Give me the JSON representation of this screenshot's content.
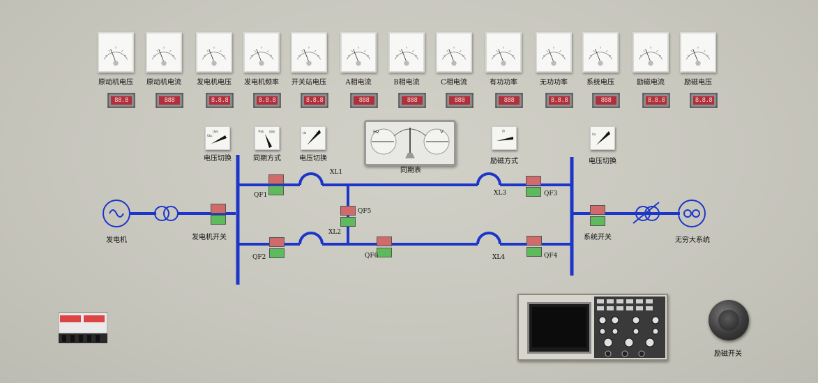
{
  "meters": [
    {
      "label": "原动机电压",
      "display": "88.8"
    },
    {
      "label": "原动机电流",
      "display": "888"
    },
    {
      "label": "发电机电压",
      "display": "8.8.8"
    },
    {
      "label": "发电机频率",
      "display": "8.8.8"
    },
    {
      "label": "开关站电压",
      "display": "8.8.8"
    },
    {
      "label": "A相电流",
      "display": "888"
    },
    {
      "label": "B相电流",
      "display": "888"
    },
    {
      "label": "C相电流",
      "display": "888"
    },
    {
      "label": "有功功率",
      "display": "888"
    },
    {
      "label": "无功功率",
      "display": "8.8.8"
    },
    {
      "label": "系统电压",
      "display": "888"
    },
    {
      "label": "励磁电流",
      "display": "8.8.8"
    },
    {
      "label": "励磁电压",
      "display": "8.8.8"
    }
  ],
  "switches": {
    "voltage_switch_left": "电压切换",
    "sync_mode": "同期方式",
    "voltage_switch_mid": "电压切换",
    "excitation_mode": "励磁方式",
    "voltage_switch_right": "电压切换"
  },
  "synchroscope": {
    "label": "同期表",
    "left_unit": "Hz",
    "right_unit": "V"
  },
  "diagram": {
    "generator": "发电机",
    "generator_switch": "发电机开关",
    "system_switch": "系统开关",
    "infinite_system": "无穷大系统",
    "breakers": {
      "qf1": "QF1",
      "qf2": "QF2",
      "qf3": "QF3",
      "qf4": "QF4",
      "qf5": "QF5",
      "qf6": "QF6"
    },
    "lines": {
      "xl1": "XL1",
      "xl2": "XL2",
      "xl3": "XL3",
      "xl4": "XL4"
    }
  },
  "excitation_switch": "励磁开关",
  "colors": {
    "bus": "#1c36c9",
    "breaker_open": "#d16b6b",
    "breaker_closed": "#5dbb5d",
    "display_red": "#b02f3a"
  }
}
